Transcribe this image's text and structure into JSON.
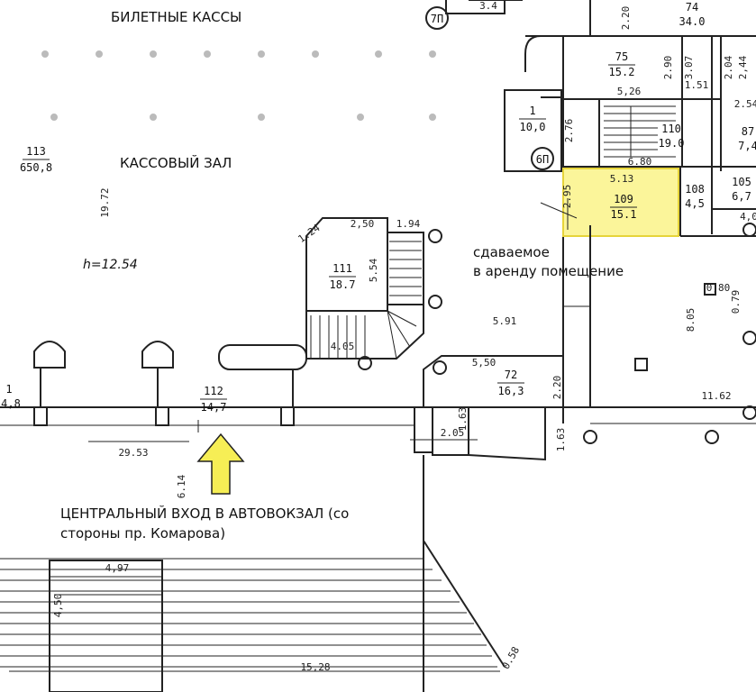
{
  "labels": {
    "ticket_offices": "БИЛЕТНЫЕ КАССЫ",
    "cash_hall": "КАССОВЫЙ ЗАЛ",
    "height": "h=12.54",
    "rental_line1": "сдаваемое",
    "rental_line2": "в аренду помещение",
    "entrance_line1": "ЦЕНТРАЛЬНЫЙ ВХОД В АВТОВОКЗАЛ (со",
    "entrance_line2": "стороны пр. Комарова)"
  },
  "rooms": {
    "r113": {
      "num": "113",
      "area": "650,8"
    },
    "r111": {
      "num": "111",
      "area": "18.7"
    },
    "r112": {
      "num": "112",
      "area": "14,7"
    },
    "r72": {
      "num": "72",
      "area": "16,3"
    },
    "r109": {
      "num": "109",
      "area": "15.1"
    },
    "r108": {
      "num": "108",
      "area": "4,5"
    },
    "r110": {
      "num": "110",
      "area": "19.0"
    },
    "r1": {
      "num": "1",
      "area": "10,0"
    },
    "r75": {
      "num": "75",
      "area": "15.2"
    },
    "r74": {
      "num": "74",
      "area": "34.0"
    },
    "r105": {
      "num": "105",
      "area": "6,7"
    },
    "r87": {
      "num": "87",
      "area": "7,4"
    },
    "r_left": {
      "num": "1",
      "area": "4,8"
    }
  },
  "stairs": {
    "s7": "7П",
    "s6": "6П"
  },
  "dims": {
    "d3_4": "3.4",
    "d2_20a": "2.20",
    "d2_90a": "2.90",
    "d3_07": "3.07",
    "d2_04": "2.04",
    "d2_44": "2,44",
    "d5_26": "5,26",
    "d1_51": "1.51",
    "d2_54": "2.54",
    "d2_76": "2.76",
    "d6_80": "6.80",
    "d5_13": "5.13",
    "d2_95": "2.95",
    "d4_0": "4,0",
    "d19_72": "19.72",
    "d1_24": "1.24",
    "d2_50": "2,50",
    "d1_94": "1.94",
    "d5_54": "5.54",
    "d4_05": "4.05",
    "d5_91": "5.91",
    "d0_80": "0,80",
    "d0_79": "0.79",
    "d8_05": "8.05",
    "d5_50": "5,50",
    "d2_20b": "2.20",
    "d1_63a": "1.63",
    "d11_62": "11.62",
    "d2_05": "2.05",
    "d1_63b": "1.63",
    "d29_53": "29.53",
    "d6_14": "6.14",
    "d4_97": "4,97",
    "d4_50": "4,50",
    "d15_28": "15,28",
    "d0_58": "0.58"
  },
  "colors": {
    "highlight_fill": "#fbf59a",
    "highlight_border": "#e6d43a",
    "arrow_fill": "#f6ee55",
    "line": "#222222"
  }
}
